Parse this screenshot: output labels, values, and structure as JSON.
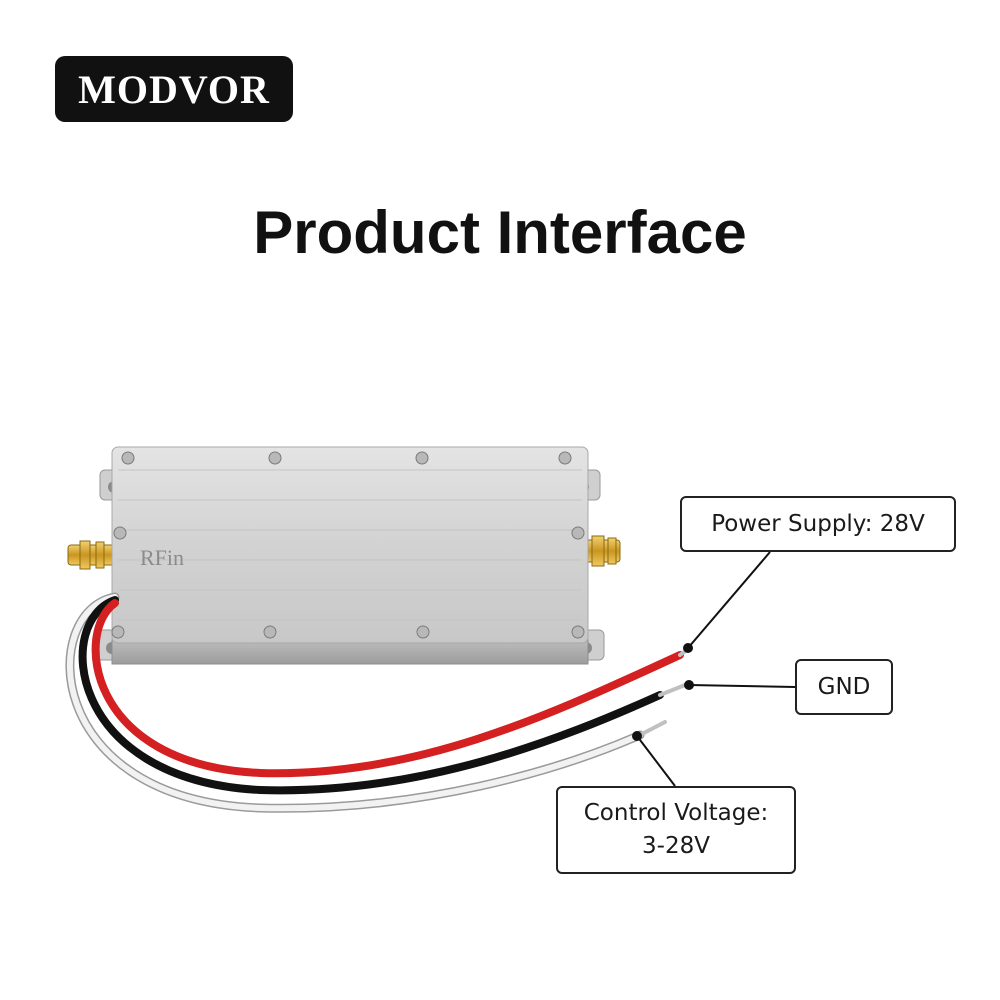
{
  "brand": {
    "logo_text": "MODVOR"
  },
  "page": {
    "title": "Product Interface"
  },
  "product": {
    "port_label": "RFin"
  },
  "callouts": {
    "power": "Power Supply: 28V",
    "gnd": "GND",
    "control_line1": "Control Voltage:",
    "control_line2": "3-28V"
  },
  "colors": {
    "wire_power": "#d42020",
    "wire_gnd": "#111111",
    "wire_control": "#f2f2f2",
    "housing": "#d3d3d3",
    "connector": "#d9a825"
  }
}
